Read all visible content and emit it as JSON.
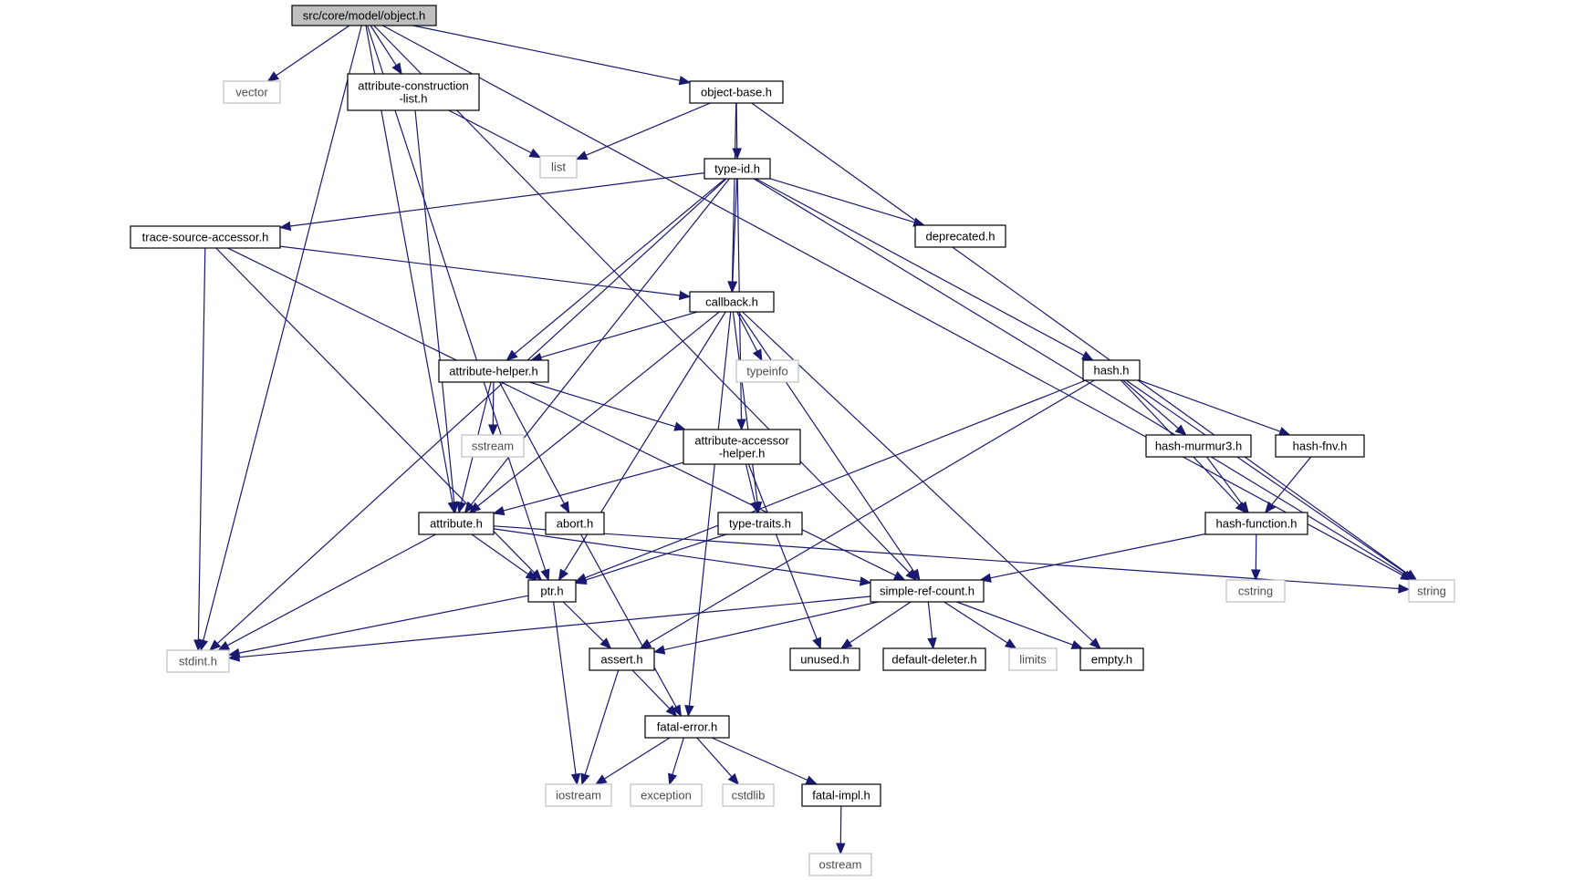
{
  "graph": {
    "nodes": [
      {
        "id": "object_h",
        "lines": [
          "src/core/model/object.h"
        ],
        "kind": "root"
      },
      {
        "id": "vector",
        "lines": [
          "vector"
        ],
        "kind": "system"
      },
      {
        "id": "attribute_construction_list_h",
        "lines": [
          "attribute-construction",
          "-list.h"
        ],
        "kind": "local"
      },
      {
        "id": "object_base_h",
        "lines": [
          "object-base.h"
        ],
        "kind": "local"
      },
      {
        "id": "list",
        "lines": [
          "list"
        ],
        "kind": "system"
      },
      {
        "id": "type_id_h",
        "lines": [
          "type-id.h"
        ],
        "kind": "local"
      },
      {
        "id": "trace_source_accessor_h",
        "lines": [
          "trace-source-accessor.h"
        ],
        "kind": "local"
      },
      {
        "id": "deprecated_h",
        "lines": [
          "deprecated.h"
        ],
        "kind": "local"
      },
      {
        "id": "callback_h",
        "lines": [
          "callback.h"
        ],
        "kind": "local"
      },
      {
        "id": "typeinfo",
        "lines": [
          "typeinfo"
        ],
        "kind": "system"
      },
      {
        "id": "hash_h",
        "lines": [
          "hash.h"
        ],
        "kind": "local"
      },
      {
        "id": "attribute_helper_h",
        "lines": [
          "attribute-helper.h"
        ],
        "kind": "local"
      },
      {
        "id": "sstream",
        "lines": [
          "sstream"
        ],
        "kind": "system"
      },
      {
        "id": "attribute_accessor_helper_h",
        "lines": [
          "attribute-accessor",
          "-helper.h"
        ],
        "kind": "local"
      },
      {
        "id": "hash_murmur3_h",
        "lines": [
          "hash-murmur3.h"
        ],
        "kind": "local"
      },
      {
        "id": "hash_fnv_h",
        "lines": [
          "hash-fnv.h"
        ],
        "kind": "local"
      },
      {
        "id": "attribute_h",
        "lines": [
          "attribute.h"
        ],
        "kind": "local"
      },
      {
        "id": "abort_h",
        "lines": [
          "abort.h"
        ],
        "kind": "local"
      },
      {
        "id": "type_traits_h",
        "lines": [
          "type-traits.h"
        ],
        "kind": "local"
      },
      {
        "id": "hash_function_h",
        "lines": [
          "hash-function.h"
        ],
        "kind": "local"
      },
      {
        "id": "ptr_h",
        "lines": [
          "ptr.h"
        ],
        "kind": "local"
      },
      {
        "id": "simple_ref_count_h",
        "lines": [
          "simple-ref-count.h"
        ],
        "kind": "local"
      },
      {
        "id": "cstring",
        "lines": [
          "cstring"
        ],
        "kind": "system"
      },
      {
        "id": "string",
        "lines": [
          "string"
        ],
        "kind": "system"
      },
      {
        "id": "stdint_h",
        "lines": [
          "stdint.h"
        ],
        "kind": "system"
      },
      {
        "id": "assert_h",
        "lines": [
          "assert.h"
        ],
        "kind": "local"
      },
      {
        "id": "unused_h",
        "lines": [
          "unused.h"
        ],
        "kind": "local"
      },
      {
        "id": "default_deleter_h",
        "lines": [
          "default-deleter.h"
        ],
        "kind": "local"
      },
      {
        "id": "limits",
        "lines": [
          "limits"
        ],
        "kind": "system"
      },
      {
        "id": "empty_h",
        "lines": [
          "empty.h"
        ],
        "kind": "local"
      },
      {
        "id": "fatal_error_h",
        "lines": [
          "fatal-error.h"
        ],
        "kind": "local"
      },
      {
        "id": "iostream",
        "lines": [
          "iostream"
        ],
        "kind": "system"
      },
      {
        "id": "exception",
        "lines": [
          "exception"
        ],
        "kind": "system"
      },
      {
        "id": "cstdlib",
        "lines": [
          "cstdlib"
        ],
        "kind": "system"
      },
      {
        "id": "fatal_impl_h",
        "lines": [
          "fatal-impl.h"
        ],
        "kind": "local"
      },
      {
        "id": "ostream",
        "lines": [
          "ostream"
        ],
        "kind": "system"
      }
    ],
    "edges": [
      [
        "object_h",
        "vector"
      ],
      [
        "object_h",
        "attribute_construction_list_h"
      ],
      [
        "object_h",
        "object_base_h"
      ],
      [
        "object_h",
        "attribute_h"
      ],
      [
        "object_h",
        "ptr_h"
      ],
      [
        "object_h",
        "stdint_h"
      ],
      [
        "object_h",
        "string"
      ],
      [
        "object_h",
        "simple_ref_count_h"
      ],
      [
        "attribute_construction_list_h",
        "list"
      ],
      [
        "attribute_construction_list_h",
        "attribute_h"
      ],
      [
        "object_base_h",
        "list"
      ],
      [
        "object_base_h",
        "type_id_h"
      ],
      [
        "object_base_h",
        "callback_h"
      ],
      [
        "object_base_h",
        "string"
      ],
      [
        "type_id_h",
        "trace_source_accessor_h"
      ],
      [
        "type_id_h",
        "deprecated_h"
      ],
      [
        "type_id_h",
        "callback_h"
      ],
      [
        "type_id_h",
        "hash_h"
      ],
      [
        "type_id_h",
        "attribute_helper_h"
      ],
      [
        "type_id_h",
        "attribute_accessor_helper_h"
      ],
      [
        "type_id_h",
        "attribute_h"
      ],
      [
        "type_id_h",
        "stdint_h"
      ],
      [
        "type_id_h",
        "string"
      ],
      [
        "trace_source_accessor_h",
        "callback_h"
      ],
      [
        "trace_source_accessor_h",
        "ptr_h"
      ],
      [
        "trace_source_accessor_h",
        "simple_ref_count_h"
      ],
      [
        "trace_source_accessor_h",
        "stdint_h"
      ],
      [
        "callback_h",
        "typeinfo"
      ],
      [
        "callback_h",
        "attribute_helper_h"
      ],
      [
        "callback_h",
        "attribute_h"
      ],
      [
        "callback_h",
        "ptr_h"
      ],
      [
        "callback_h",
        "type_traits_h"
      ],
      [
        "callback_h",
        "fatal_error_h"
      ],
      [
        "callback_h",
        "simple_ref_count_h"
      ],
      [
        "callback_h",
        "empty_h"
      ],
      [
        "attribute_helper_h",
        "sstream"
      ],
      [
        "attribute_helper_h",
        "attribute_accessor_helper_h"
      ],
      [
        "attribute_helper_h",
        "attribute_h"
      ],
      [
        "attribute_helper_h",
        "abort_h"
      ],
      [
        "attribute_accessor_helper_h",
        "attribute_h"
      ],
      [
        "attribute_accessor_helper_h",
        "type_traits_h"
      ],
      [
        "attribute_accessor_helper_h",
        "unused_h"
      ],
      [
        "hash_h",
        "hash_murmur3_h"
      ],
      [
        "hash_h",
        "hash_fnv_h"
      ],
      [
        "hash_h",
        "hash_function_h"
      ],
      [
        "hash_h",
        "ptr_h"
      ],
      [
        "hash_h",
        "assert_h"
      ],
      [
        "hash_h",
        "string"
      ],
      [
        "hash_murmur3_h",
        "hash_function_h"
      ],
      [
        "hash_fnv_h",
        "hash_function_h"
      ],
      [
        "hash_function_h",
        "simple_ref_count_h"
      ],
      [
        "hash_function_h",
        "cstring"
      ],
      [
        "attribute_h",
        "ptr_h"
      ],
      [
        "attribute_h",
        "simple_ref_count_h"
      ],
      [
        "attribute_h",
        "string"
      ],
      [
        "attribute_h",
        "stdint_h"
      ],
      [
        "abort_h",
        "fatal_error_h"
      ],
      [
        "type_traits_h",
        "ptr_h"
      ],
      [
        "ptr_h",
        "assert_h"
      ],
      [
        "ptr_h",
        "iostream"
      ],
      [
        "ptr_h",
        "stdint_h"
      ],
      [
        "simple_ref_count_h",
        "stdint_h"
      ],
      [
        "simple_ref_count_h",
        "assert_h"
      ],
      [
        "simple_ref_count_h",
        "unused_h"
      ],
      [
        "simple_ref_count_h",
        "default_deleter_h"
      ],
      [
        "simple_ref_count_h",
        "limits"
      ],
      [
        "simple_ref_count_h",
        "empty_h"
      ],
      [
        "assert_h",
        "fatal_error_h"
      ],
      [
        "assert_h",
        "iostream"
      ],
      [
        "fatal_error_h",
        "iostream"
      ],
      [
        "fatal_error_h",
        "exception"
      ],
      [
        "fatal_error_h",
        "cstdlib"
      ],
      [
        "fatal_error_h",
        "fatal_impl_h"
      ],
      [
        "fatal_impl_h",
        "ostream"
      ]
    ],
    "colors": {
      "edge": "#191970",
      "root_fill": "#bfbfbf",
      "local_border": "#000000",
      "system_border": "#bfbfbf"
    }
  }
}
